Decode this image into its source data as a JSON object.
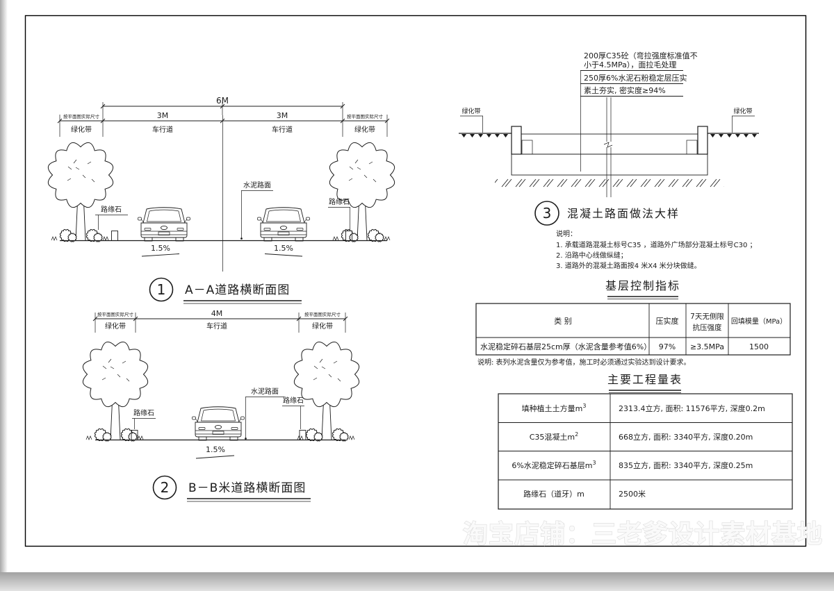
{
  "page": {
    "watermark": "淘宝店铺：三老爹设计素材基地"
  },
  "section_aa": {
    "number": "1",
    "title": "A－A道路横断面图",
    "dim_total": "6M",
    "dim_lane_left": "3M",
    "dim_lane_right": "3M",
    "dim_note_left": "按平面图实际尺寸",
    "dim_note_right": "按平面图实际尺寸",
    "green_left": "绿化带",
    "lane_left": "车行道",
    "lane_right": "车行道",
    "green_right": "绿化带",
    "pavement": "水泥路面",
    "curb_left": "路缘石",
    "curb_right": "路缘石",
    "slope_left": "1.5%",
    "slope_right": "1.5%"
  },
  "section_bb": {
    "number": "2",
    "title": "B－B米道路横断面图",
    "dim_total": "4M",
    "dim_note_left": "按平面图实际尺寸",
    "dim_note_right": "按平面图实际尺寸",
    "green_left": "绿化带",
    "lane": "车行道",
    "green_right": "绿化带",
    "pavement": "水泥路面",
    "curb_left": "路缘石",
    "curb_right": "路缘石",
    "slope": "1.5%"
  },
  "detail": {
    "number": "3",
    "title": "混凝土路面做法大样",
    "ann1_line1": "200厚C35砼（弯拉强度标准值不",
    "ann1_line2": "小于4.5MPa），面拉毛处理",
    "ann2": "250厚6%水泥石粉稳定层压实",
    "ann3": "素土夯实, 密实度≥94%",
    "green_left": "绿化带",
    "green_right": "绿化带",
    "notes_title": "说明：",
    "note1": "1. 承载道路混凝土标号C35 ，道路外广场部分混凝土标号C30 ；",
    "note2": "2. 沿路中心线做纵缝；",
    "note3": "3. 道路外的混凝土路面按4 米X4 米分块做缝。"
  },
  "base_table": {
    "title": "基层控制指标",
    "col_category": "类 别",
    "col_compaction": "压实度",
    "col_strength_line1": "7天无侧限",
    "col_strength_line2": "抗压强度",
    "col_modulus": "回填模量（MPa）",
    "row": {
      "category": "水泥稳定碎石基层25cm厚（水泥含量参考值6%）",
      "compaction": "97%",
      "strength": "≥3.5MPa",
      "modulus": "1500"
    },
    "note": "说明: 表列水泥含量仅为参考值，施工时必须通过实验达到设计要求。"
  },
  "quantity_table": {
    "title": "主要工程量表",
    "rows": [
      {
        "item": "填种植土土方量m",
        "sup": "3",
        "value": "2313.4立方, 面积: 11576平方, 深度0.2m"
      },
      {
        "item": "C35混凝土m",
        "sup": "2",
        "value": "668立方, 面积: 3340平方, 深度0.20m"
      },
      {
        "item": "6%水泥稳定碎石基层m",
        "sup": "3",
        "value": "835立方, 面积: 3340平方, 深度0.25m"
      },
      {
        "item": "路缘石（道牙）m",
        "sup": "",
        "value": "2500米"
      }
    ]
  }
}
